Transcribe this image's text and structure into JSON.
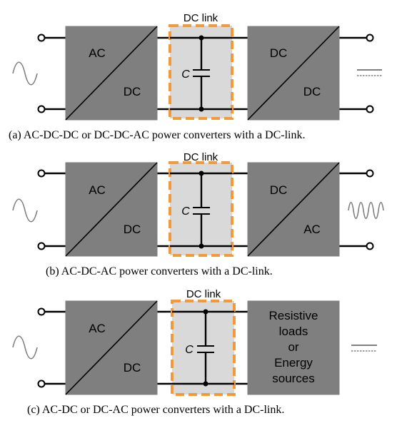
{
  "panels": [
    {
      "id": "a",
      "left_box": {
        "top": "AC",
        "bottom": "DC"
      },
      "dc_link_label": "DC link",
      "capacitor_label": "C",
      "right_box": {
        "type": "converter",
        "top": "DC",
        "bottom": "DC"
      },
      "input_symbol": "sine-wave-icon",
      "output_symbol": "dc-symbol-icon",
      "caption": "(a)  AC-DC-DC or DC-DC-AC power converters with a DC-link."
    },
    {
      "id": "b",
      "left_box": {
        "top": "AC",
        "bottom": "DC"
      },
      "dc_link_label": "DC link",
      "capacitor_label": "C",
      "right_box": {
        "type": "converter",
        "top": "DC",
        "bottom": "AC"
      },
      "input_symbol": "sine-wave-icon",
      "output_symbol": "high-frequency-ac-icon",
      "caption": "(b)  AC-DC-AC power converters with a DC-link."
    },
    {
      "id": "c",
      "left_box": {
        "top": "AC",
        "bottom": "DC"
      },
      "dc_link_label": "DC link",
      "capacitor_label": "C",
      "right_box": {
        "type": "load",
        "lines": [
          "Resistive",
          "loads",
          "or",
          "Energy",
          "sources"
        ]
      },
      "input_symbol": "sine-wave-icon",
      "output_symbol": "dc-symbol-icon",
      "caption": "(c)  AC-DC or DC-AC power converters with a DC-link."
    }
  ],
  "colors": {
    "converter_box": "#7f7f7f",
    "dc_link_fill": "#d9d9d9",
    "dc_link_border": "#f29a3a",
    "waveform": "#808080"
  }
}
